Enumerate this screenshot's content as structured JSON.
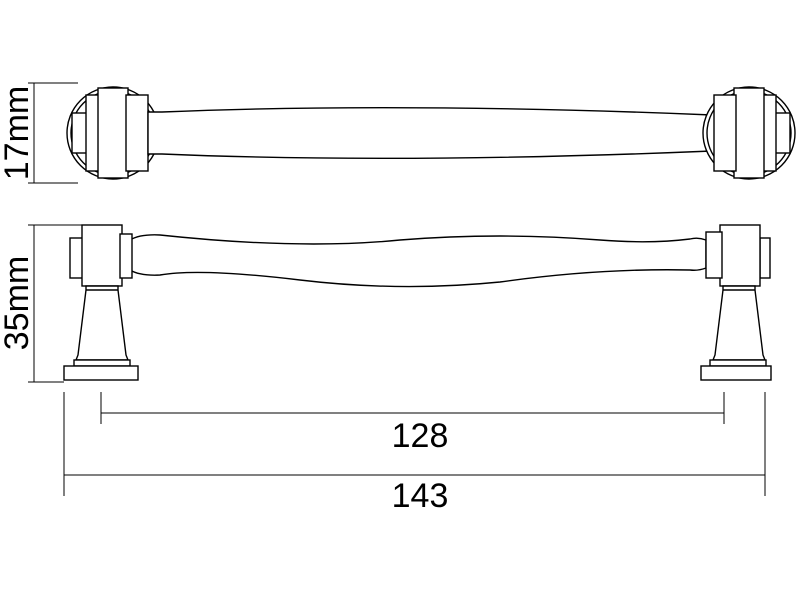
{
  "dimensions": {
    "depth_label": "17mm",
    "height_label": "35mm",
    "center_to_center_label": "128",
    "overall_length_label": "143"
  },
  "colors": {
    "line": "#000000",
    "background": "#ffffff"
  }
}
